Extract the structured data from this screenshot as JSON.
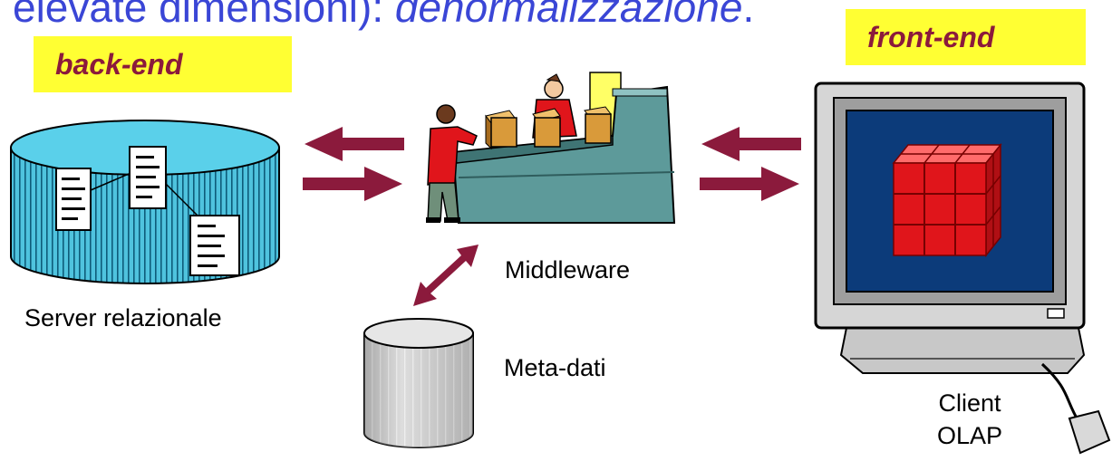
{
  "headline": {
    "prefix": "elevate dimensioni): ",
    "emphasis": "denormalizzazione",
    "suffix": "."
  },
  "tags": {
    "back_end": "back-end",
    "front_end": "front-end"
  },
  "labels": {
    "server": "Server relazionale",
    "middleware": "Middleware",
    "metadata": "Meta-dati",
    "client_line1": "Client",
    "client_line2": "OLAP"
  },
  "colors": {
    "headline": "#3a46d6",
    "tag_bg": "#ffff33",
    "tag_text": "#8b1a3c",
    "arrow": "#8b1a3c",
    "db_blue": "#4fc3de",
    "cube_red": "#e0151b"
  },
  "icons": {
    "server": "database-cylinder-icon",
    "middleware": "conveyor-workers-icon",
    "metadata": "grey-cylinder-icon",
    "client": "computer-monitor-icon"
  }
}
